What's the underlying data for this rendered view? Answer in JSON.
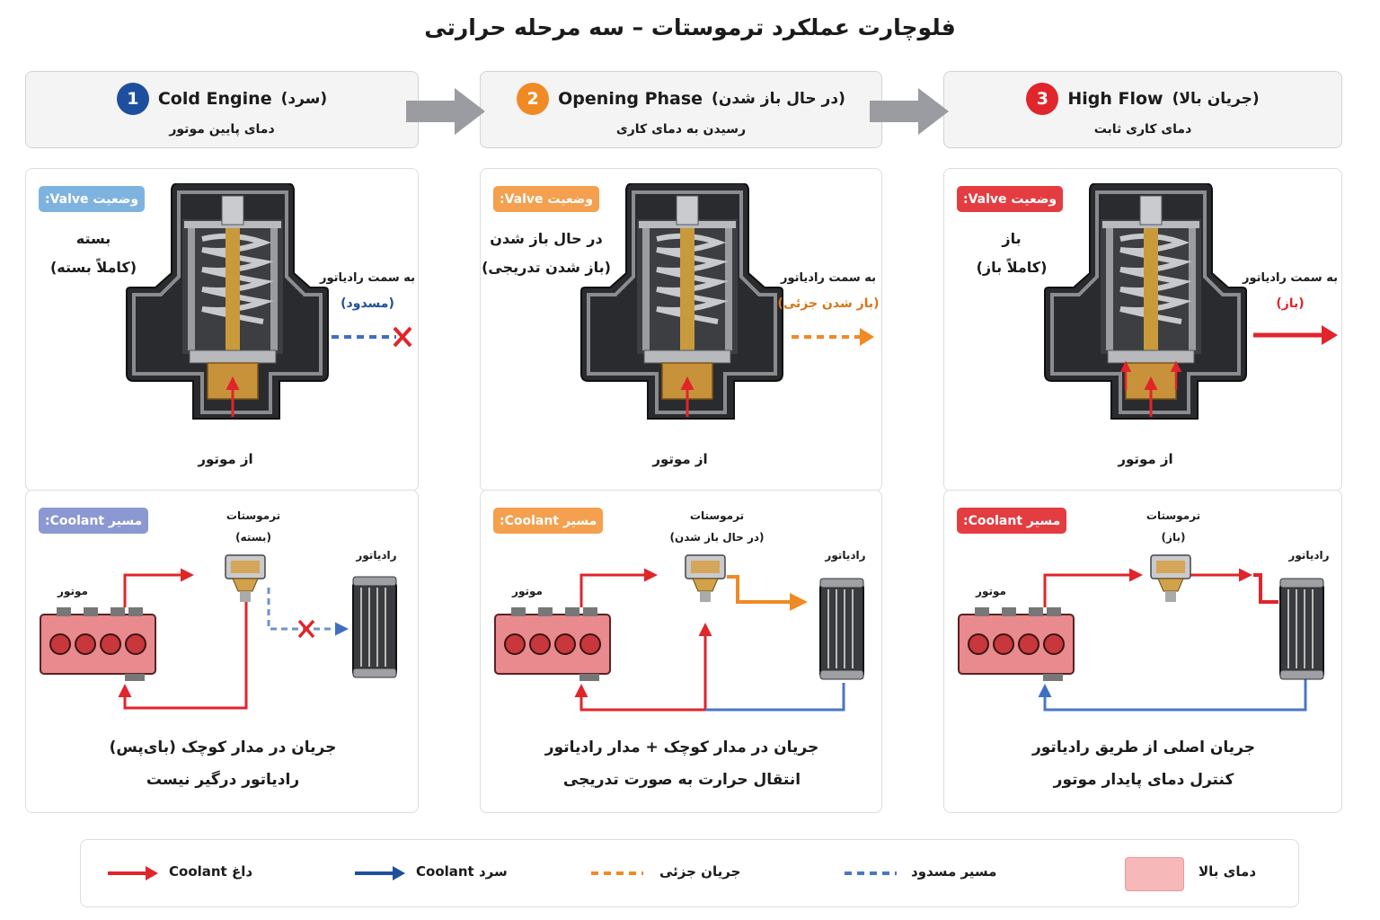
{
  "title": "فلوچارت عملکرد ترموستات – سه مرحله حرارتی",
  "colors": {
    "blue": "#1d4f9e",
    "orange": "#f08a24",
    "red": "#e0252b",
    "hot_fill": "#f6b8b8"
  },
  "phases": [
    {
      "num": "1",
      "name_en": "Cold Engine",
      "name_fa": "(سرد)",
      "subtitle": "دمای پایین موتور",
      "valve_badge": "وضعیت Valve:",
      "valve_state": "بسته",
      "valve_detail": "(کاملاً بسته)",
      "to_radiator": "به سمت رادیاتور",
      "radiator_status": "(مسدود)",
      "from_engine": "از موتور",
      "coolant_badge": "مسیر Coolant:",
      "thermo_label": "ترموستات",
      "thermo_state": "(بسته)",
      "engine_label": "موتور",
      "radiator_label": "رادیاتور",
      "caption1": "جریان در مدار کوچک (بای‌پس)",
      "caption2": "رادیاتور درگیر نیست"
    },
    {
      "num": "2",
      "name_en": "Opening Phase",
      "name_fa": "(در حال باز شدن)",
      "subtitle": "رسیدن به دمای کاری",
      "valve_badge": "وضعیت Valve:",
      "valve_state": "در حال باز شدن",
      "valve_detail": "(باز شدن تدریجی)",
      "to_radiator": "به سمت رادیاتور",
      "radiator_status": "(باز شدن جزئی)",
      "from_engine": "از موتور",
      "coolant_badge": "مسیر Coolant:",
      "thermo_label": "ترموستات",
      "thermo_state": "(در حال باز شدن)",
      "engine_label": "موتور",
      "radiator_label": "رادیاتور",
      "caption1": "جریان در مدار کوچک + مدار رادیاتور",
      "caption2": "انتقال حرارت به صورت تدریجی"
    },
    {
      "num": "3",
      "name_en": "High Flow",
      "name_fa": "(جریان بالا)",
      "subtitle": "دمای کاری ثابت",
      "valve_badge": "وضعیت Valve:",
      "valve_state": "باز",
      "valve_detail": "(کاملاً باز)",
      "to_radiator": "به سمت رادیاتور",
      "radiator_status": "(باز)",
      "from_engine": "از موتور",
      "coolant_badge": "مسیر Coolant:",
      "thermo_label": "ترموستات",
      "thermo_state": "(باز)",
      "engine_label": "موتور",
      "radiator_label": "رادیاتور",
      "caption1": "جریان اصلی از طریق رادیاتور",
      "caption2": "کنترل دمای پایدار موتور"
    }
  ],
  "legend": {
    "hot": "داغ Coolant",
    "cold": "سرد Coolant",
    "partial": "جریان جزئی",
    "blocked": "مسیر مسدود",
    "high_temp": "دمای بالا"
  }
}
